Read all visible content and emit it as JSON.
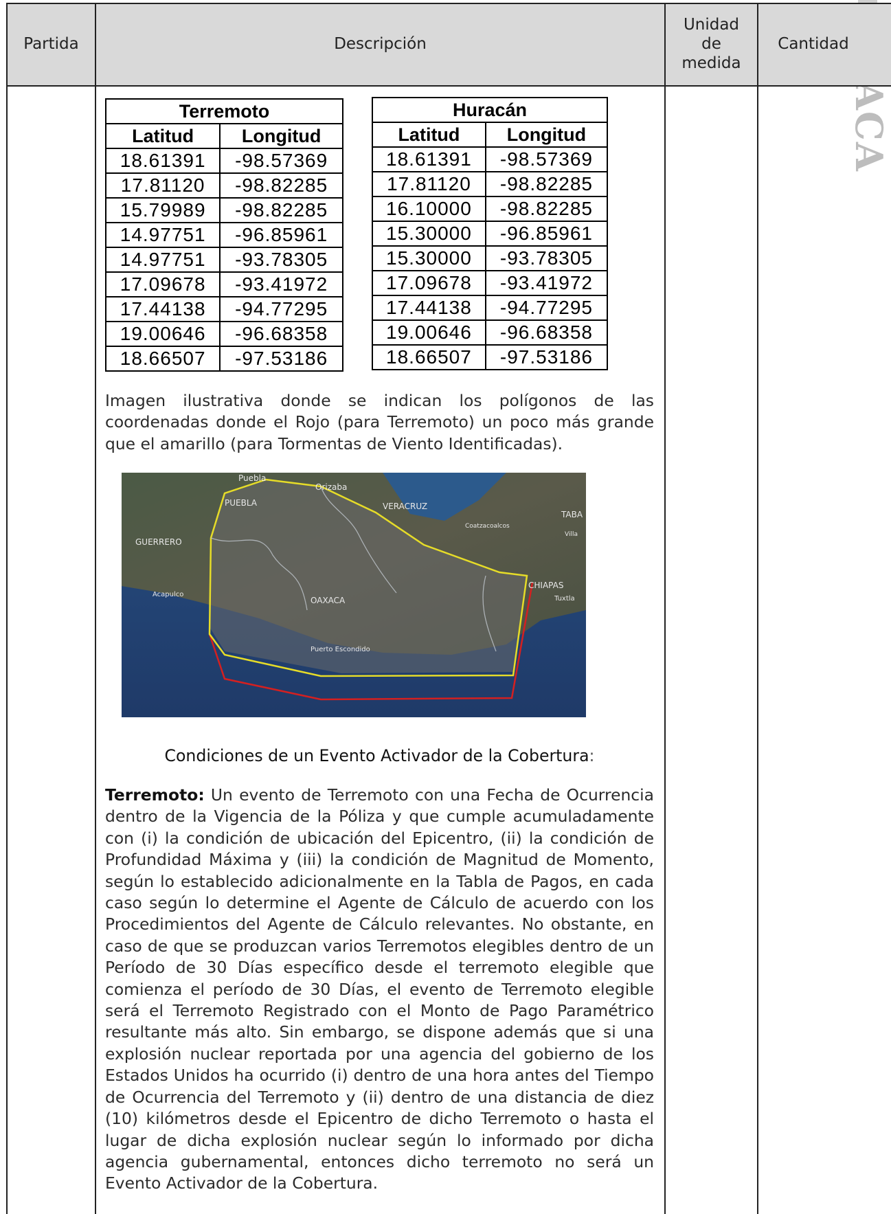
{
  "header": {
    "partida": "Partida",
    "descripcion": "Descripción",
    "unidad": [
      "Unidad",
      "de",
      "medida"
    ],
    "cantidad": "Cantidad"
  },
  "watermark": "ACA",
  "terremoto_table": {
    "title": "Terremoto",
    "col_lat": "Latitud",
    "col_lon": "Longitud",
    "rows": [
      [
        "18.61391",
        "-98.57369"
      ],
      [
        "17.81120",
        "-98.82285"
      ],
      [
        "15.79989",
        "-98.82285"
      ],
      [
        "14.97751",
        "-96.85961"
      ],
      [
        "14.97751",
        "-93.78305"
      ],
      [
        "17.09678",
        "-93.41972"
      ],
      [
        "17.44138",
        "-94.77295"
      ],
      [
        "19.00646",
        "-96.68358"
      ],
      [
        "18.66507",
        "-97.53186"
      ]
    ]
  },
  "huracan_table": {
    "title": "Huracán",
    "col_lat": "Latitud",
    "col_lon": "Longitud",
    "rows": [
      [
        "18.61391",
        "-98.57369"
      ],
      [
        "17.81120",
        "-98.82285"
      ],
      [
        "16.10000",
        "-98.82285"
      ],
      [
        "15.30000",
        "-96.85961"
      ],
      [
        "15.30000",
        "-93.78305"
      ],
      [
        "17.09678",
        "-93.41972"
      ],
      [
        "17.44138",
        "-94.77295"
      ],
      [
        "19.00646",
        "-96.68358"
      ],
      [
        "18.66507",
        "-97.53186"
      ]
    ]
  },
  "caption": "Imagen ilustrativa donde se indican los polígonos de las coordenadas donde el Rojo (para Terremoto) un poco más grande que el amarillo (para Tormentas de Viento Identificadas).",
  "map": {
    "labels": {
      "puebla_city": "Puebla",
      "orizaba": "Orizaba",
      "puebla": "PUEBLA",
      "veracruz": "VERACRUZ",
      "tabasco": "TABA",
      "coatzacoalcos": "Coatzacoalcos",
      "villa": "Villa",
      "guerrero": "GUERRERO",
      "acapulco": "Acapulco",
      "oaxaca": "OAXACA",
      "chiapas": "CHIAPAS",
      "tuxtla": "Tuxtla",
      "puerto": "Puerto Escondido"
    },
    "colors": {
      "terremoto": "#d42020",
      "huracan": "#e6dc28"
    }
  },
  "conditions_title": "Condiciones de un Evento Activador de la Cobertura",
  "conditions_colon": ":",
  "terremoto_label": "Terremoto:",
  "terremoto_text": " Un evento de Terremoto con una Fecha de Ocurrencia dentro de la Vigencia de la Póliza y que cumple acumuladamente con (i) la condición de ubicación del Epicentro, (ii) la condición de Profundidad Máxima y (iii) la condición de Magnitud de Momento, según lo establecido adicionalmente en la Tabla de Pagos, en cada caso según lo determine el Agente de Cálculo de acuerdo con los Procedimientos del Agente de Cálculo relevantes. No obstante, en caso de que se produzcan varios Terremotos elegibles dentro de un Período de 30 Días específico desde el terremoto elegible que comienza el período de 30 Días, el evento de Terremoto elegible será el Terremoto Registrado con el Monto de Pago Paramétrico resultante más alto. Sin embargo, se dispone además que si una explosión nuclear reportada por una agencia del gobierno de los Estados Unidos ha ocurrido (i) dentro de una hora antes del Tiempo de Ocurrencia del Terremoto y (ii) dentro de una distancia de diez (10) kilómetros desde el Epicentro de dicho Terremoto o hasta el lugar de dicha explosión nuclear según lo informado por dicha agencia gubernamental, entonces dicho terremoto no será un Evento Activador de la Cobertura."
}
